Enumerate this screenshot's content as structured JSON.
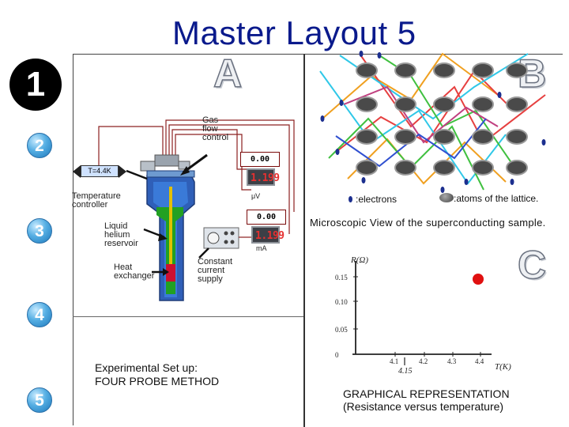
{
  "title": "Master Layout 5",
  "numbers": {
    "n1": "1",
    "n2": "2",
    "n3": "3",
    "n4": "4",
    "n5": "5"
  },
  "panel_letters": {
    "a": "A",
    "b": "B",
    "c": "C"
  },
  "setup": {
    "gas_flow_label": "Gas flow control",
    "gas_flow_value": "0.00",
    "meter1_digits": "1.199",
    "meter1_unit": "μV",
    "temperature_box": "T=4.4K",
    "temperature_label": "Temperature controller",
    "helium_label": "Liquid helium reservoir",
    "heat_exchanger_label": "Heat exchanger",
    "constant_current_label": "Constant current supply",
    "current_value": "0.00",
    "meter2_digits": "1.199",
    "meter2_unit": "mA",
    "caption_line1": "Experimental Set up:",
    "caption_line2": "FOUR PROBE METHOD"
  },
  "lattice": {
    "legend_electrons": ":electrons",
    "legend_atoms": ":atoms of the lattice.",
    "caption": "Microscopic View of the superconducting sample.",
    "line_colors": [
      "#f0a020",
      "#e64040",
      "#30c8e8",
      "#40c040",
      "#c04080",
      "#3050d0"
    ]
  },
  "graph": {
    "caption_line1": "GRAPHICAL REPRESENTATION",
    "caption_line2": "(Resistance versus temperature)",
    "ylabel": "R(Ω)",
    "xlabel": "T(K)",
    "y_ticks": [
      "0.15",
      "0.10",
      "0.05",
      "0"
    ],
    "x_ticks": [
      "4.1",
      "4.2",
      "4.3",
      "4.4"
    ],
    "x_marker": "4.15",
    "point_color": "#e01010"
  }
}
